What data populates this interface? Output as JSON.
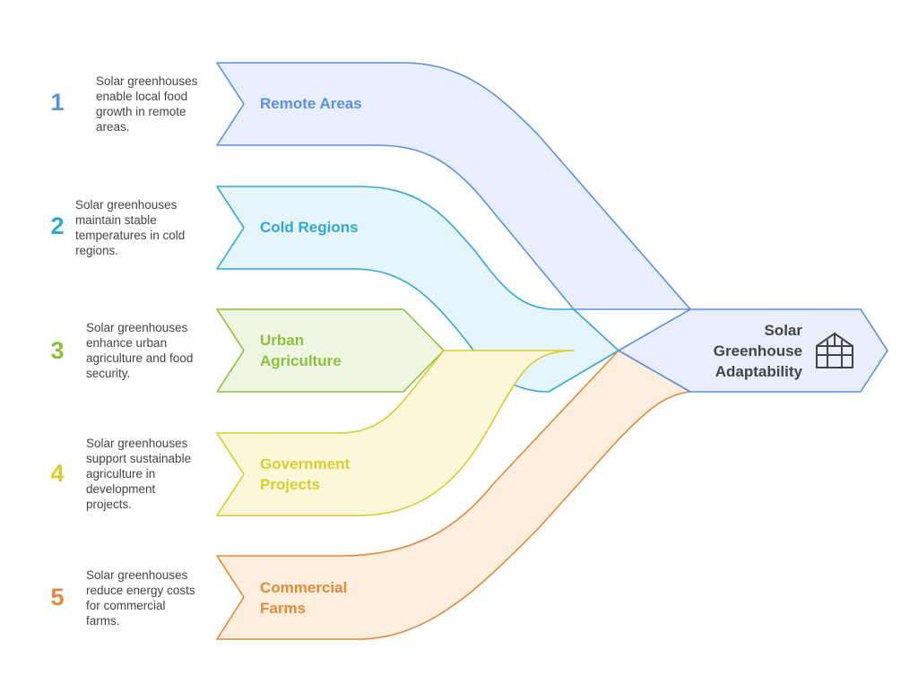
{
  "diagram": {
    "hub": {
      "title": "Solar Greenhouse Adaptability",
      "title_lines": [
        "Solar",
        "Greenhouse",
        "Adaptability"
      ],
      "icon": "greenhouse-icon",
      "fill": "#e8eefb",
      "stroke": "#5b8fe3"
    },
    "items": [
      {
        "number": "1",
        "label_lines": [
          "Remote Areas"
        ],
        "desc_lines": [
          "Solar greenhouses",
          "enable local food",
          "growth in remote",
          "areas."
        ],
        "color": "#5b8fe3",
        "fill": "#e8eefb"
      },
      {
        "number": "2",
        "label_lines": [
          "Cold Regions"
        ],
        "desc_lines": [
          "Solar greenhouses",
          "maintain stable",
          "temperatures in cold",
          "regions."
        ],
        "color": "#2fa8d6",
        "fill": "#e6f5fb"
      },
      {
        "number": "3",
        "label_lines": [
          "Urban",
          "Agriculture"
        ],
        "desc_lines": [
          "Solar greenhouses",
          "enhance urban",
          "agriculture and food",
          "security."
        ],
        "color": "#8dbf3f",
        "fill": "#eef6e2"
      },
      {
        "number": "4",
        "label_lines": [
          "Government",
          "Projects"
        ],
        "desc_lines": [
          "Solar greenhouses",
          "support sustainable",
          "agriculture in",
          "development",
          "projects."
        ],
        "color": "#d9cc2e",
        "fill": "#fbf8d9"
      },
      {
        "number": "5",
        "label_lines": [
          "Commercial",
          "Farms"
        ],
        "desc_lines": [
          "Solar greenhouses",
          "reduce energy costs",
          "for commercial",
          "farms."
        ],
        "color": "#df8a3b",
        "fill": "#fdeedd"
      }
    ]
  }
}
